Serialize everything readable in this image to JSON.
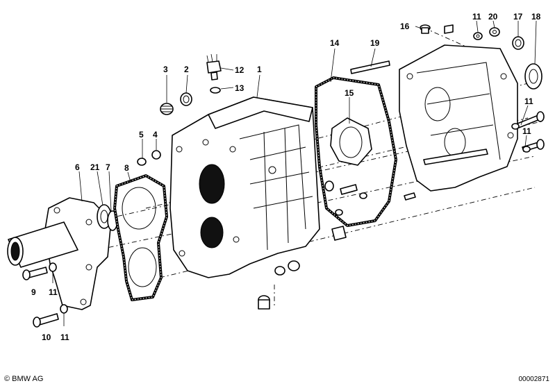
{
  "diagram": {
    "callouts": [
      "1",
      "2",
      "3",
      "4",
      "5",
      "6",
      "21",
      "7",
      "8",
      "9",
      "10",
      "11",
      "11",
      "11",
      "11",
      "11",
      "12",
      "13",
      "14",
      "15",
      "16",
      "17",
      "18",
      "19",
      "20"
    ]
  },
  "footer": {
    "copyright": "© BMW AG",
    "doc_number": "00002871"
  }
}
